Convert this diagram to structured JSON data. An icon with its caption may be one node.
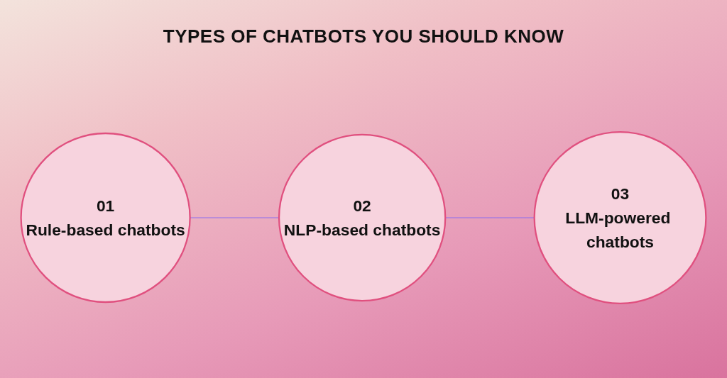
{
  "diagram": {
    "title": "TYPES OF CHATBOTS YOU SHOULD KNOW",
    "nodes": [
      {
        "text": [
          "01",
          "Rule-based chatbots"
        ]
      },
      {
        "text": [
          "02",
          "NLP-based chatbots"
        ]
      },
      {
        "text": [
          "03",
          "LLM-powered chatbots"
        ]
      }
    ],
    "edges": [
      {
        "from": 0,
        "to": 1,
        "arrow": "none"
      },
      {
        "from": 1,
        "to": 2,
        "arrow": "none"
      }
    ]
  }
}
